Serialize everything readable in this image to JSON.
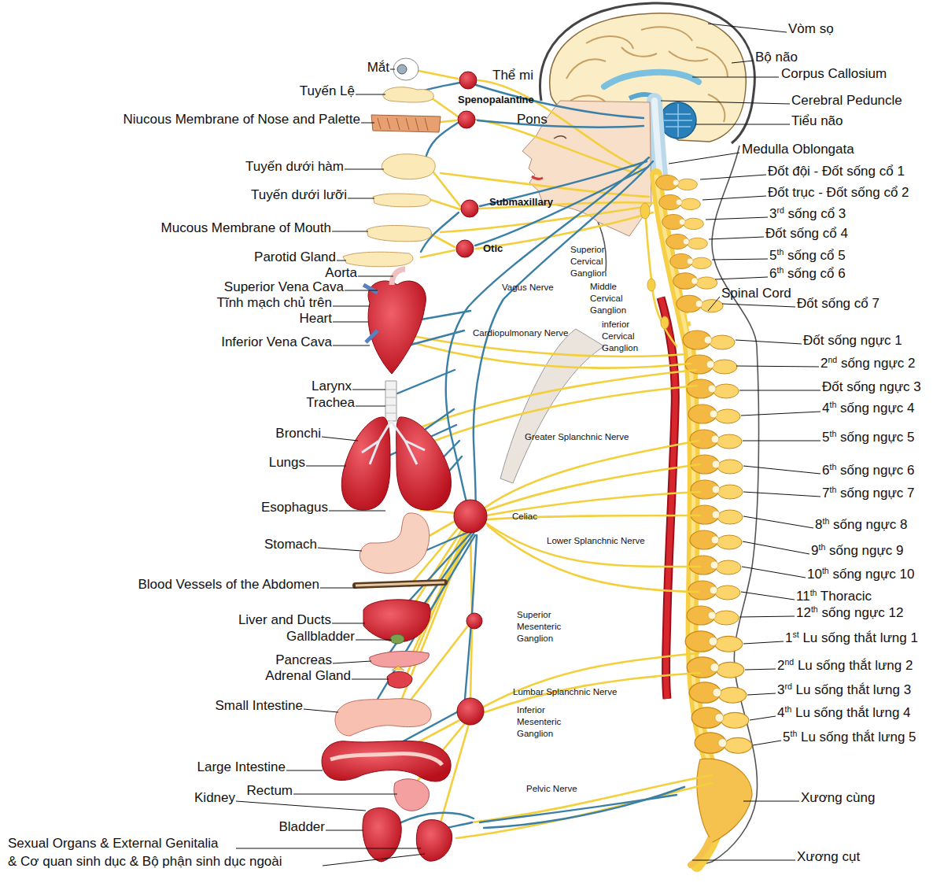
{
  "diagram": {
    "labels": [
      "Mắt",
      "Tuyến Lệ",
      "Niucous Membrane of Nose and Palette",
      "Tuyến dưới hàm",
      "Tuyến dưới lưỡi",
      "Mucous Membrane of Mouth",
      "Parotid Gland",
      "Aorta",
      "Superior Vena Cava",
      "Tĩnh mạch chủ trên",
      "Heart",
      "Inferior Vena Cava",
      "Larynx",
      "Trachea",
      "Bronchi",
      "Lungs",
      "Esophagus",
      "Stomach",
      "Blood Vessels of the Abdomen",
      "Liver and Ducts",
      "Gallbladder",
      "Pancreas",
      "Adrenal Gland",
      "Small Intestine",
      "Large Intestine",
      "Rectum",
      "Kidney",
      "Bladder",
      "Sexual Organs & External Genitalia",
      "& Cơ quan sinh dục & Bộ phận sinh dục ngoài",
      "Thể mi",
      "Spenopalantine",
      "Pons",
      "Submaxillary",
      "Otic",
      "Superior Cervical Ganglion",
      "Middle Cervical Ganglion",
      "inferior Cervical Ganglion",
      "Vagus Nerve",
      "Cardiopulmonary Nerve",
      "Greater Splanchnic Nerve",
      "Celiac",
      "Lower Splanchnic Nerve",
      "Superior Mesenteric Ganglion",
      "Lumbar Splanchnic Nerve",
      "Inferior Mesenteric Ganglion",
      "Pelvic Nerve",
      "Spinal Cord",
      "Vòm sọ",
      "Bộ não",
      "Corpus Callosium",
      "Cerebral Peduncle",
      "Tiểu não",
      "Medulla Oblongata",
      "Đốt đội - Đốt sống cổ 1",
      "Đốt trục - Đốt sống cổ 2",
      "3rd sống cổ 3",
      "Đốt sống cổ 4",
      "5th sống cổ 5",
      "6th sống cổ 6",
      "Đốt sống cổ 7",
      "Đốt sống ngực 1",
      "2nd sống ngực 2",
      "Đốt sống ngực 3",
      "4th sống ngực 4",
      "5th sống ngực 5",
      "6th sống ngực 6",
      "7th sống ngực 7",
      "8th sống ngực 8",
      "9th sống ngực 9",
      "10th sống ngực 10",
      "11th Thoracic",
      "12th sống ngực 12",
      "1st Lu sống thắt lưng 1",
      "2nd Lu sống thắt lưng 2",
      "3rd Lu sống thắt lưng 3",
      "4th Lu sống thắt lưng 4",
      "5th Lu sống thắt lưng 5",
      "Xương cùng",
      "Xương cụt"
    ]
  }
}
